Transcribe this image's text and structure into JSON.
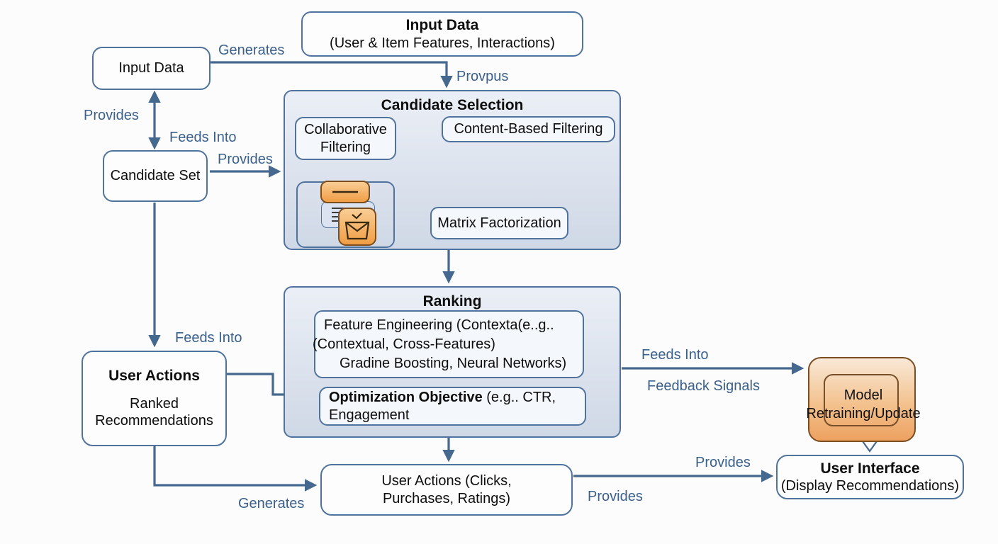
{
  "nodes": {
    "input_data_top": {
      "title": "Input Data",
      "subtitle": "(User & Item Features, Interactions)"
    },
    "input_data_left": {
      "title": "Input Data"
    },
    "candidate_set": {
      "title": "Candidate Set"
    },
    "candidate_selection": {
      "title": "Candidate Selection"
    },
    "collaborative_filtering": {
      "title": "Collaborative Filtering"
    },
    "content_based_filtering": {
      "title": "Content-Based Filtering"
    },
    "matrix_factorization": {
      "title": "Matrix Factorization"
    },
    "ranking": {
      "title": "Ranking"
    },
    "feature_engineering": {
      "line1": "Feature Engineering (Contexta(e..g..",
      "line2": "(Contextual, Cross-Features)",
      "line3": "Gradine Boosting, Neural Networks)"
    },
    "optimization_objective": {
      "bold": "Optimization Objective",
      "rest": " (e.g.. CTR,",
      "line2": "Engagement"
    },
    "user_actions_left": {
      "title": "User Actions",
      "subtitle": "Ranked Recommendations"
    },
    "model_retraining": {
      "line1": "Model",
      "line2": "Retraining/Update"
    },
    "user_interface": {
      "title": "User Interface",
      "subtitle": "(Display Recommendations)"
    },
    "user_actions_bottom": {
      "line1": "User Actions (Clicks,",
      "line2": "Purchases, Ratings)"
    }
  },
  "edge_labels": {
    "generates_top": "Generates",
    "provpus": "Provpus",
    "provides_left": "Provides",
    "feeds_into_left": "Feeds Into",
    "provides_candidate": "Provides",
    "feeds_into_user_actions": "Feeds Into",
    "feeds_into_model": "Feeds Into",
    "feedback_signals": "Feedback Signals",
    "provides_ui_top": "Provides",
    "provides_ui_bottom": "Provides",
    "generates_bottom": "Generates"
  },
  "colors": {
    "arrow": "#45688f",
    "label_text": "#3a608c",
    "box_border": "#50739e",
    "container_fill_top": "#ebeff6",
    "container_fill_bottom": "#cfd8e6",
    "orange_fill": "#f09e44",
    "orange_border": "#7c4d1e"
  }
}
